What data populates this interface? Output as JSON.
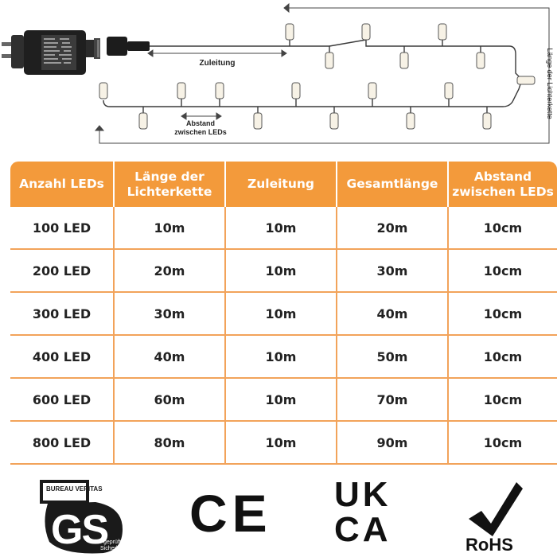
{
  "diagram": {
    "label_lead": "Zuleitung",
    "label_length": "Länge der Lichterkette",
    "label_spacing_line1": "Abstand",
    "label_spacing_line2": "zwischen LEDs"
  },
  "table": {
    "headers": [
      "Anzahl LEDs",
      "Länge der Lichterkette",
      "Zuleitung",
      "Gesamtlänge",
      "Abstand zwischen LEDs"
    ],
    "rows": [
      [
        "100 LED",
        "10m",
        "10m",
        "20m",
        "10cm"
      ],
      [
        "200 LED",
        "20m",
        "10m",
        "30m",
        "10cm"
      ],
      [
        "300 LED",
        "30m",
        "10m",
        "40m",
        "10cm"
      ],
      [
        "400 LED",
        "40m",
        "10m",
        "50m",
        "10cm"
      ],
      [
        "600 LED",
        "60m",
        "10m",
        "70m",
        "10cm"
      ],
      [
        "800 LED",
        "80m",
        "10m",
        "90m",
        "10cm"
      ]
    ]
  },
  "certifications": {
    "gs_top": "BUREAU VERITAS",
    "gs_mark": "GS",
    "gs_sub1": "geprüfte",
    "gs_sub2": "Sicherheit",
    "ce": "CE",
    "ukca_top": "UK",
    "ukca_bottom": "CA",
    "rohs": "RoHS"
  },
  "colors": {
    "header_orange": "#f39a3b",
    "grid_orange": "#f2a35a",
    "wire": "#3a3a3a"
  },
  "icons": [
    "power-plug-icon",
    "connector-icon",
    "led-bulb-icon",
    "checkmark-icon"
  ]
}
